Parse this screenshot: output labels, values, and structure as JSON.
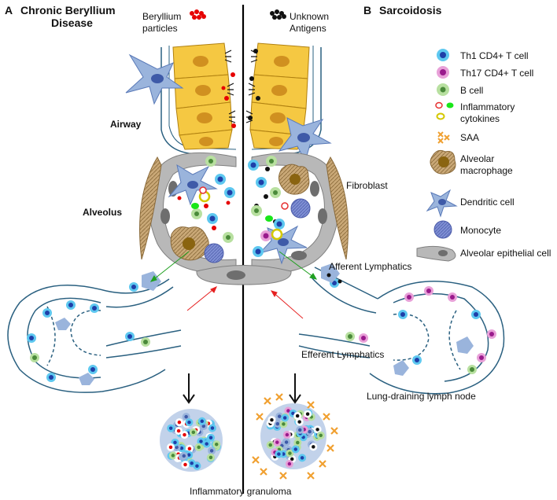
{
  "panel_a": {
    "letter": "A",
    "title_line1": "Chronic Beryllium",
    "title_line2": "Disease"
  },
  "panel_b": {
    "letter": "B",
    "title": "Sarcoidosis"
  },
  "labels": {
    "beryllium_line1": "Beryllium",
    "beryllium_line2": "particles",
    "unknown_line1": "Unknown",
    "unknown_line2": "Antigens",
    "airway": "Airway",
    "alveolus": "Alveolus",
    "fibroblast": "Fibroblast",
    "afferent": "Afferent Lymphatics",
    "efferent": "Efferent Lymphatics",
    "lymph_node": "Lung-draining lymph node",
    "granuloma": "Inflammatory granuloma"
  },
  "legend": [
    {
      "icon": "th1-cell-icon",
      "label": "Th1 CD4+ T cell"
    },
    {
      "icon": "th17-cell-icon",
      "label": "Th17 CD4+ T cell"
    },
    {
      "icon": "b-cell-icon",
      "label": "B cell"
    },
    {
      "icon": "cytokines-icon",
      "label": "Inflammatory",
      "label2": "cytokines"
    },
    {
      "icon": "saa-icon",
      "label": "SAA"
    },
    {
      "icon": "macrophage-icon",
      "label": "Alveolar",
      "label2": "macrophage"
    },
    {
      "icon": "dendritic-cell-icon",
      "label": "Dendritic cell"
    },
    {
      "icon": "monocyte-icon",
      "label": "Monocyte"
    },
    {
      "icon": "epithelial-cell-icon",
      "label": "Alveolar epithelial cell"
    }
  ],
  "colors": {
    "th1_outer": "#5ec8f0",
    "th1_nucleus": "#1f3fa8",
    "th17_outer": "#e8a0d8",
    "th17_nucleus": "#9a1a8c",
    "bcell_outer": "#b8e0a0",
    "bcell_nucleus": "#4a8a3a",
    "epithelium": "#f5c842",
    "epithelium_nucleus": "#d09020",
    "alveolar_cell": "#b8b8b8",
    "alveolar_nucleus": "#6e6e6e",
    "dendritic": "#9ab4dc",
    "dendritic_core": "#3e5aa8",
    "fibroblast": "#c8a878",
    "lymph_line": "#2a6080",
    "beryllium": "#e60000",
    "antigen": "#111111",
    "saa": "#f0a030"
  }
}
